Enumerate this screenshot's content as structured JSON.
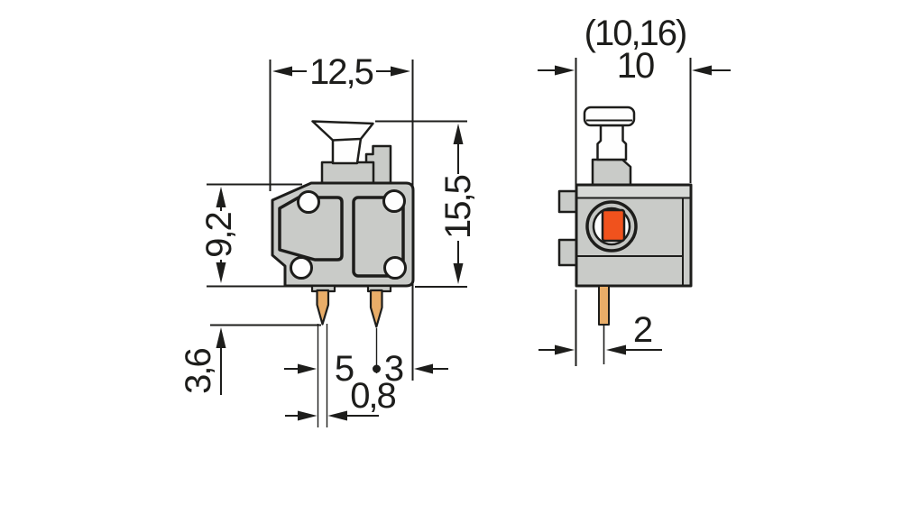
{
  "labels": {
    "front_width": "12,5",
    "body_height": "9,2",
    "total_height": "15,5",
    "pin_length": "3,6",
    "pin_spacing": "5",
    "edge_distance": "3",
    "pin_width": "0,8",
    "alt_width": "(10,16)",
    "side_width": "10",
    "pin_offset": "2"
  },
  "colors": {
    "outline": "#1d1d1b",
    "body": "#c9cbc8",
    "body_light": "#d7d9d6",
    "port_ring": "#c4c6c3",
    "plunger": "#fefefe",
    "pin": "#e9ad68",
    "orange": "#f0521d",
    "bg": "#ffffff"
  }
}
